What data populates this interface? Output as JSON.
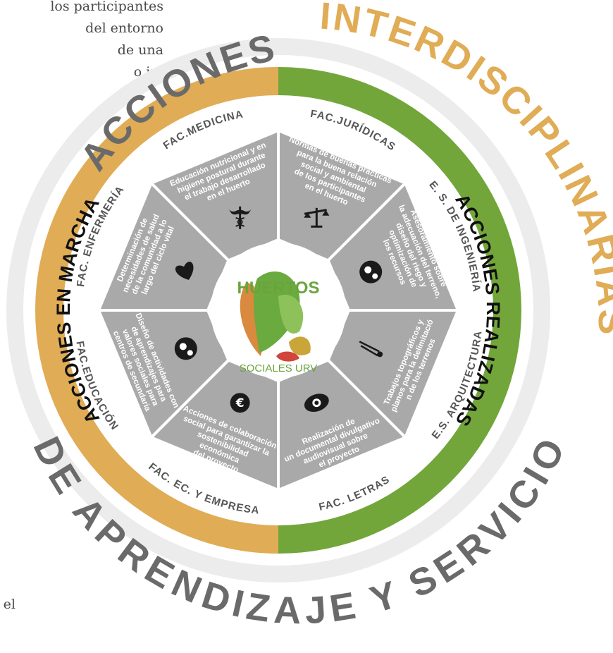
{
  "background_text": {
    "top_fragment": "los participantes\ndel entorno\nde una\no in-\nan",
    "bottom_fragment": "el"
  },
  "outer_title": {
    "part1": "ACCIONES",
    "part2": "INTERDISCIPLINARIAS",
    "part3": "DE APRENDIZAJE Y SERVICIO"
  },
  "ring": {
    "left_label": "ACCIONES EN MARCHA",
    "right_label": "ACCIONES REALIZADAS"
  },
  "center": {
    "title": "HUERTOS",
    "subtitle": "SOCIALES URV"
  },
  "faculties": [
    {
      "name": "FAC.MEDICINA",
      "text": "Educación nutricional y en\nhigiene postural durante\nel trabajo desarrollado\nen el huerto",
      "icon": "caduceus-icon"
    },
    {
      "name": "FAC.JURÍDICAS",
      "text": "Normas de buenas prácticas\npara la buena relación\nsocial y ambiental\nde los participantes\nen el huerto",
      "icon": "scales-icon"
    },
    {
      "name": "E. S. DE INGENIERÍA",
      "text": "Asesoramiento sobre\nla adecuación del terreno,\ndiseño del riego y\noptimización de\nlos recursos",
      "icon": "gears-icon"
    },
    {
      "name": "E.S. ARQUITECTURA",
      "text": "Trabajos topográficos y\nplanos para la delimitació\nn de los terrenos",
      "icon": "compass-icon"
    },
    {
      "name": "FAC. LETRAS",
      "text": "Realización de\nun documental divulgativo\naudiovisual sobre\nel proyecto",
      "icon": "eye-icon"
    },
    {
      "name": "FAC. EC. Y EMPRESA",
      "text": "Acciones de colaboración\nsocial para garantizar la\nsostenibilidad\neconómica\ndel proyecto",
      "icon": "euro-icon"
    },
    {
      "name": "FAC.EDUCACIÓN",
      "text": "Diseño de actividades con\nde aprendizajes para\nvalores sociales para\ncentros de secundaria",
      "icon": "head-gears-icon"
    },
    {
      "name": "FAC. ENFERMERÍA",
      "text": "Determinación de\nnecesidades de salud\nde la comunidad a lo\nlargo del ciclo vital",
      "icon": "heart-icon"
    }
  ],
  "colors": {
    "orange": "#e0ac55",
    "green": "#72a63a",
    "title_gray": "#6a6a6a",
    "segment_gray": "#a9a9a9",
    "band_light": "#ececec"
  }
}
